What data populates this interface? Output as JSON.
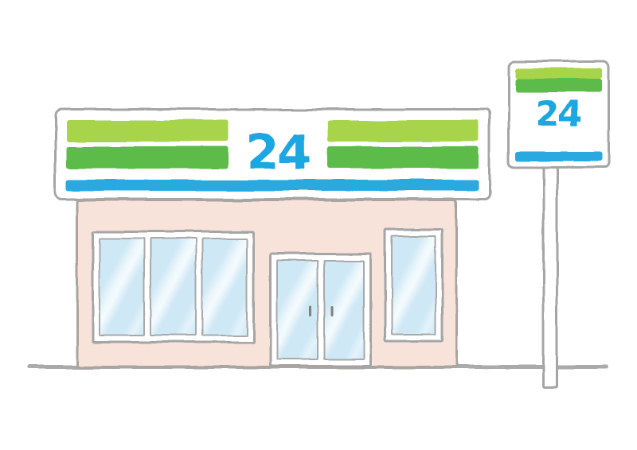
{
  "illustration": {
    "subject": "24-hour convenience store storefront illustration",
    "storefront_sign": {
      "label": "24"
    },
    "pole_sign": {
      "label": "24"
    },
    "colors": {
      "stripe_light_green": "#a7d44c",
      "stripe_green": "#5bbb49",
      "stripe_blue": "#2aa9e0",
      "sign_text_blue": "#1ca6e2",
      "wall_pink": "#f7e3da",
      "glass_blue": "#cfe8f5",
      "outline_gray": "#a5a5a5",
      "background": "#ffffff"
    }
  }
}
